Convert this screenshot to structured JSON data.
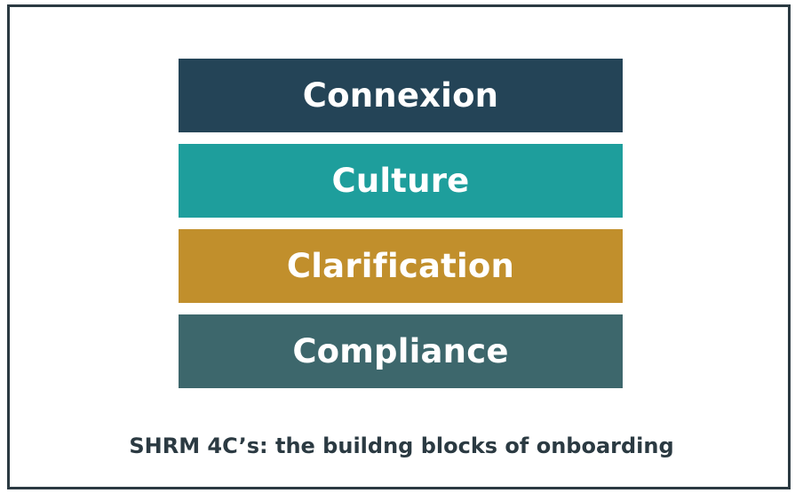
{
  "blocks": [
    {
      "label": "Connexion",
      "color": "#244457"
    },
    {
      "label": "Culture",
      "color": "#1e9e9c"
    },
    {
      "label": "Clarification",
      "color": "#c18f2c"
    },
    {
      "label": "Compliance",
      "color": "#3d676c"
    }
  ],
  "caption": "SHRM 4C’s: the buildng blocks of onboarding"
}
